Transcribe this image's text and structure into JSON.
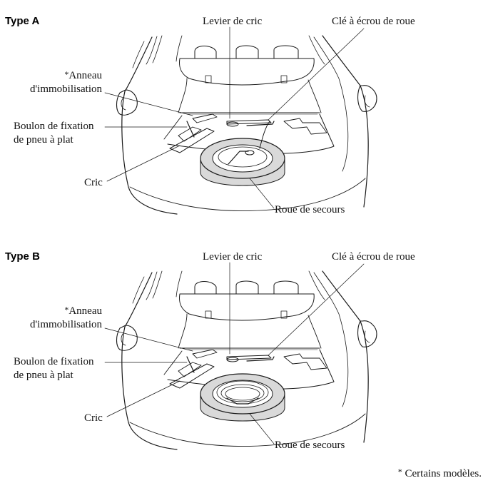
{
  "colors": {
    "ink": "#1a1a1a",
    "tire_fill": "#d9d9d9",
    "background": "#ffffff"
  },
  "figures": [
    {
      "id": "a",
      "title": "Type A",
      "labels": {
        "anneau_marker": "*",
        "anneau_line1": "Anneau",
        "anneau_line2": "d'immobilisation",
        "boulon_line1": "Boulon de fixation",
        "boulon_line2": "de pneu à plat",
        "cric": "Cric",
        "levier": "Levier de cric",
        "cle": "Clé à écrou de roue",
        "roue": "Roue de secours"
      }
    },
    {
      "id": "b",
      "title": "Type B",
      "labels": {
        "anneau_marker": "*",
        "anneau_line1": "Anneau",
        "anneau_line2": "d'immobilisation",
        "boulon_line1": "Boulon de fixation",
        "boulon_line2": "de pneu à plat",
        "cric": "Cric",
        "levier": "Levier de cric",
        "cle": "Clé à écrou de roue",
        "roue": "Roue de secours"
      }
    }
  ],
  "footnote": {
    "marker": "*",
    "text": "Certains modèles."
  }
}
